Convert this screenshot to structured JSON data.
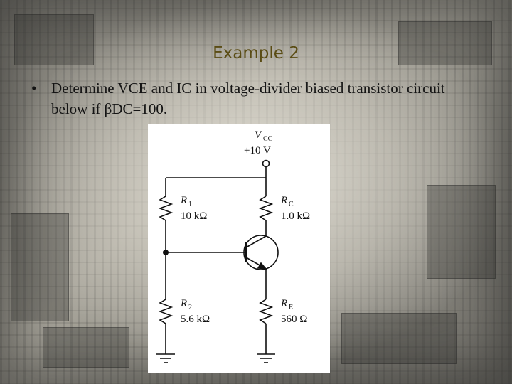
{
  "slide": {
    "title": "Example 2",
    "bullet_symbol": "•",
    "bullet_text": "Determine VCE and IC in voltage-divider biased transistor circuit below if βDC=100."
  },
  "circuit": {
    "supply_label_main": "V",
    "supply_label_sub": "CC",
    "supply_value": "+10 V",
    "r1_main": "R",
    "r1_sub": "1",
    "r1_value": "10 kΩ",
    "rc_main": "R",
    "rc_sub": "C",
    "rc_value": "1.0 kΩ",
    "r2_main": "R",
    "r2_sub": "2",
    "r2_value": "5.6 kΩ",
    "re_main": "R",
    "re_sub": "E",
    "re_value": "560 Ω"
  }
}
